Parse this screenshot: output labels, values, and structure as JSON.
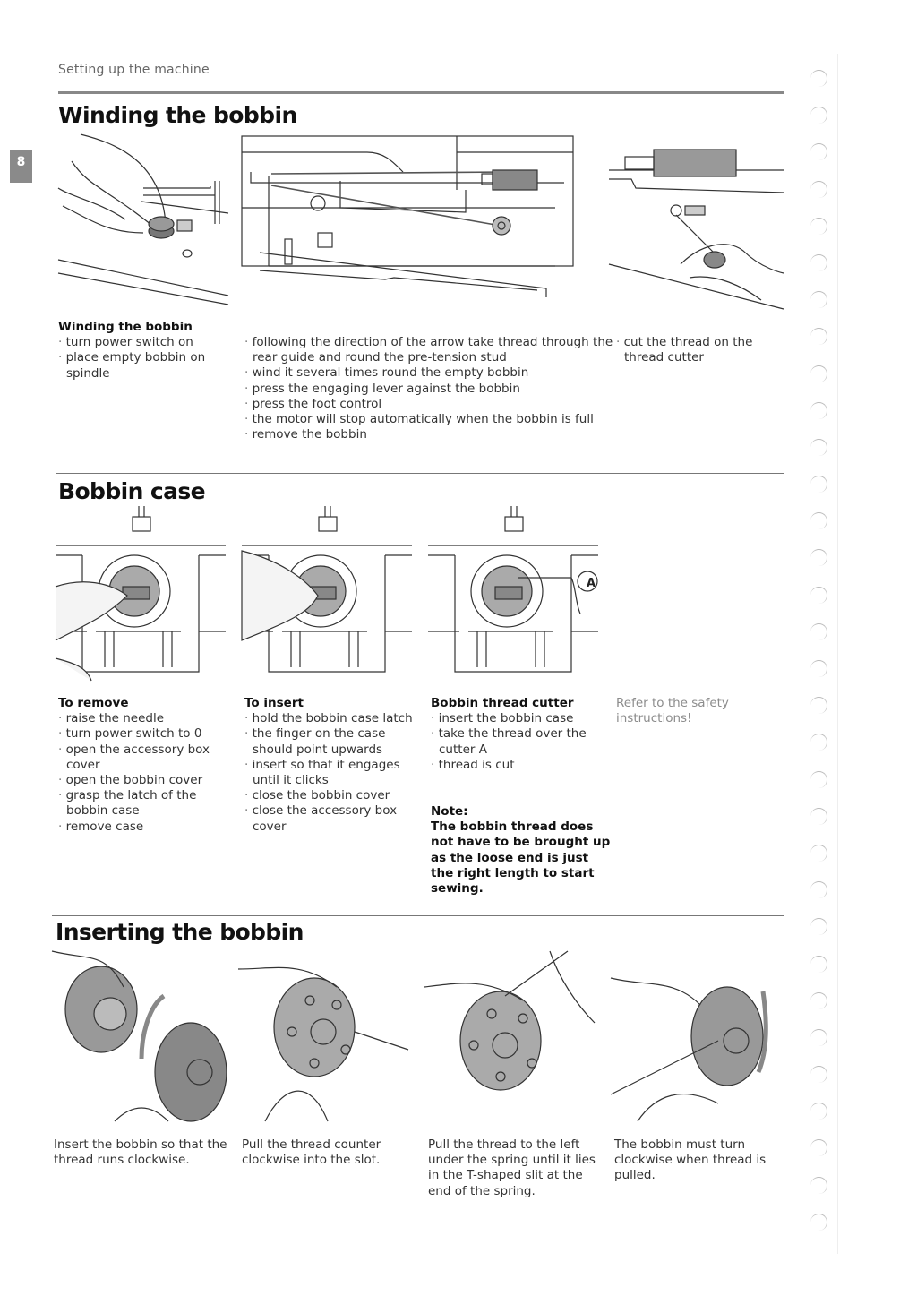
{
  "header": {
    "running_head": "Setting up the machine",
    "chapter_tab": "8"
  },
  "winding": {
    "title": "Winding the bobbin",
    "figures": [
      "hand-placing-bobbin-on-spindle",
      "thread-path-diagram",
      "cutting-thread-on-cutter"
    ],
    "col1": {
      "heading": "Winding the bobbin",
      "steps": [
        "turn power switch on",
        "place empty bobbin on spindle"
      ]
    },
    "col2": {
      "steps": [
        "following the direction of the arrow take thread through the rear guide and round the pre-tension stud",
        "wind it several times round the empty bobbin",
        "press the engaging lever against the bobbin",
        "press the foot control",
        "the motor will stop automatically when the bobbin is full",
        "remove the bobbin"
      ]
    },
    "col3": {
      "steps": [
        "cut the thread on the thread cutter"
      ]
    }
  },
  "bobbin_case": {
    "title": "Bobbin case",
    "cutter_label": "A",
    "remove": {
      "heading": "To remove",
      "steps": [
        "raise the needle",
        "turn power switch to 0",
        "open the accessory box cover",
        "open the bobbin cover",
        "grasp the latch of the bobbin case",
        "remove case"
      ]
    },
    "insert": {
      "heading": "To insert",
      "steps": [
        "hold the bobbin case latch",
        "the finger on the case should point upwards",
        "insert so that it engages until it clicks",
        "close the bobbin cover",
        "close the accessory box cover"
      ]
    },
    "cutter": {
      "heading": "Bobbin thread cutter",
      "steps": [
        "insert the bobbin case",
        "take the thread over the cutter A",
        "thread is cut"
      ]
    },
    "note_label": "Note:",
    "note_text": "The bobbin thread does not have to be brought up as the loose end is just the right length to start sewing.",
    "safety": "Refer to the safety instructions!"
  },
  "inserting": {
    "title": "Inserting the bobbin",
    "captions": [
      "Insert the bobbin so that the thread runs clockwise.",
      "Pull the thread counter clockwise into the slot.",
      "Pull the thread to the left under the spring until it lies in the T-shaped slit at the end of the spring.",
      "The bobbin must turn clockwise when thread is pulled."
    ]
  }
}
